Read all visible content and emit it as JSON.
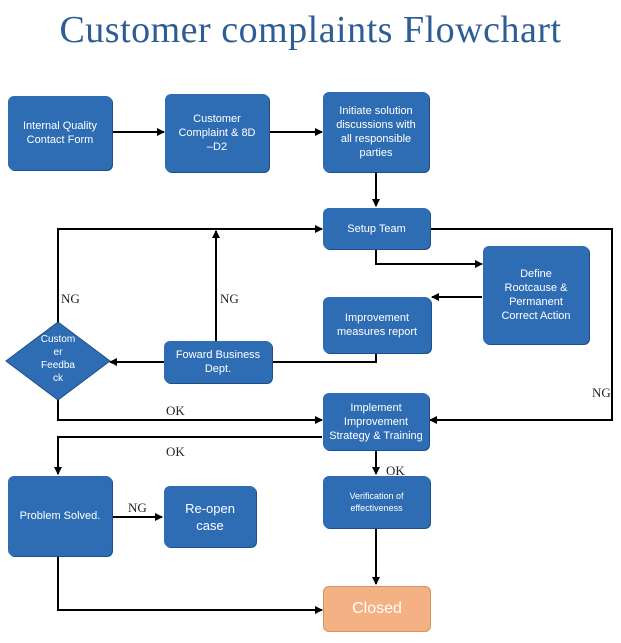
{
  "title": "Customer complaints Flowchart",
  "nodes": {
    "internal_form": "Internal Quality\nContact Form",
    "customer_complaint": "Customer\nComplaint & 8D\n–D2",
    "initiate_solution": "Initiate solution\ndiscussions with\nall responsible\nparties",
    "setup_team": "Setup Team",
    "define_rootcause": "Define\nRootcause &\nPermanent\nCorrect Action",
    "improvement_report": "Improvement\nmeasures report",
    "forward_business": "Foward Business\nDept.",
    "customer_feedback": "Custom\ner\nFeedba\nck",
    "implement": "Implement\nImprovement\nStrategy & Training",
    "verification": "Verification of\neffectiveness",
    "problem_solved": "Problem Solved.",
    "reopen": "Re-open\ncase",
    "closed": "Closed"
  },
  "labels": {
    "ng_left": "NG",
    "ng_middle": "NG",
    "ng_right": "NG",
    "ok_feedback": "OK",
    "ok_implement": "OK",
    "ok_verification": "OK",
    "ng_solved": "NG"
  },
  "colors": {
    "box": "#2e6db4",
    "closed": "#f4b183",
    "title": "#2e5d96",
    "line": "#000000"
  }
}
